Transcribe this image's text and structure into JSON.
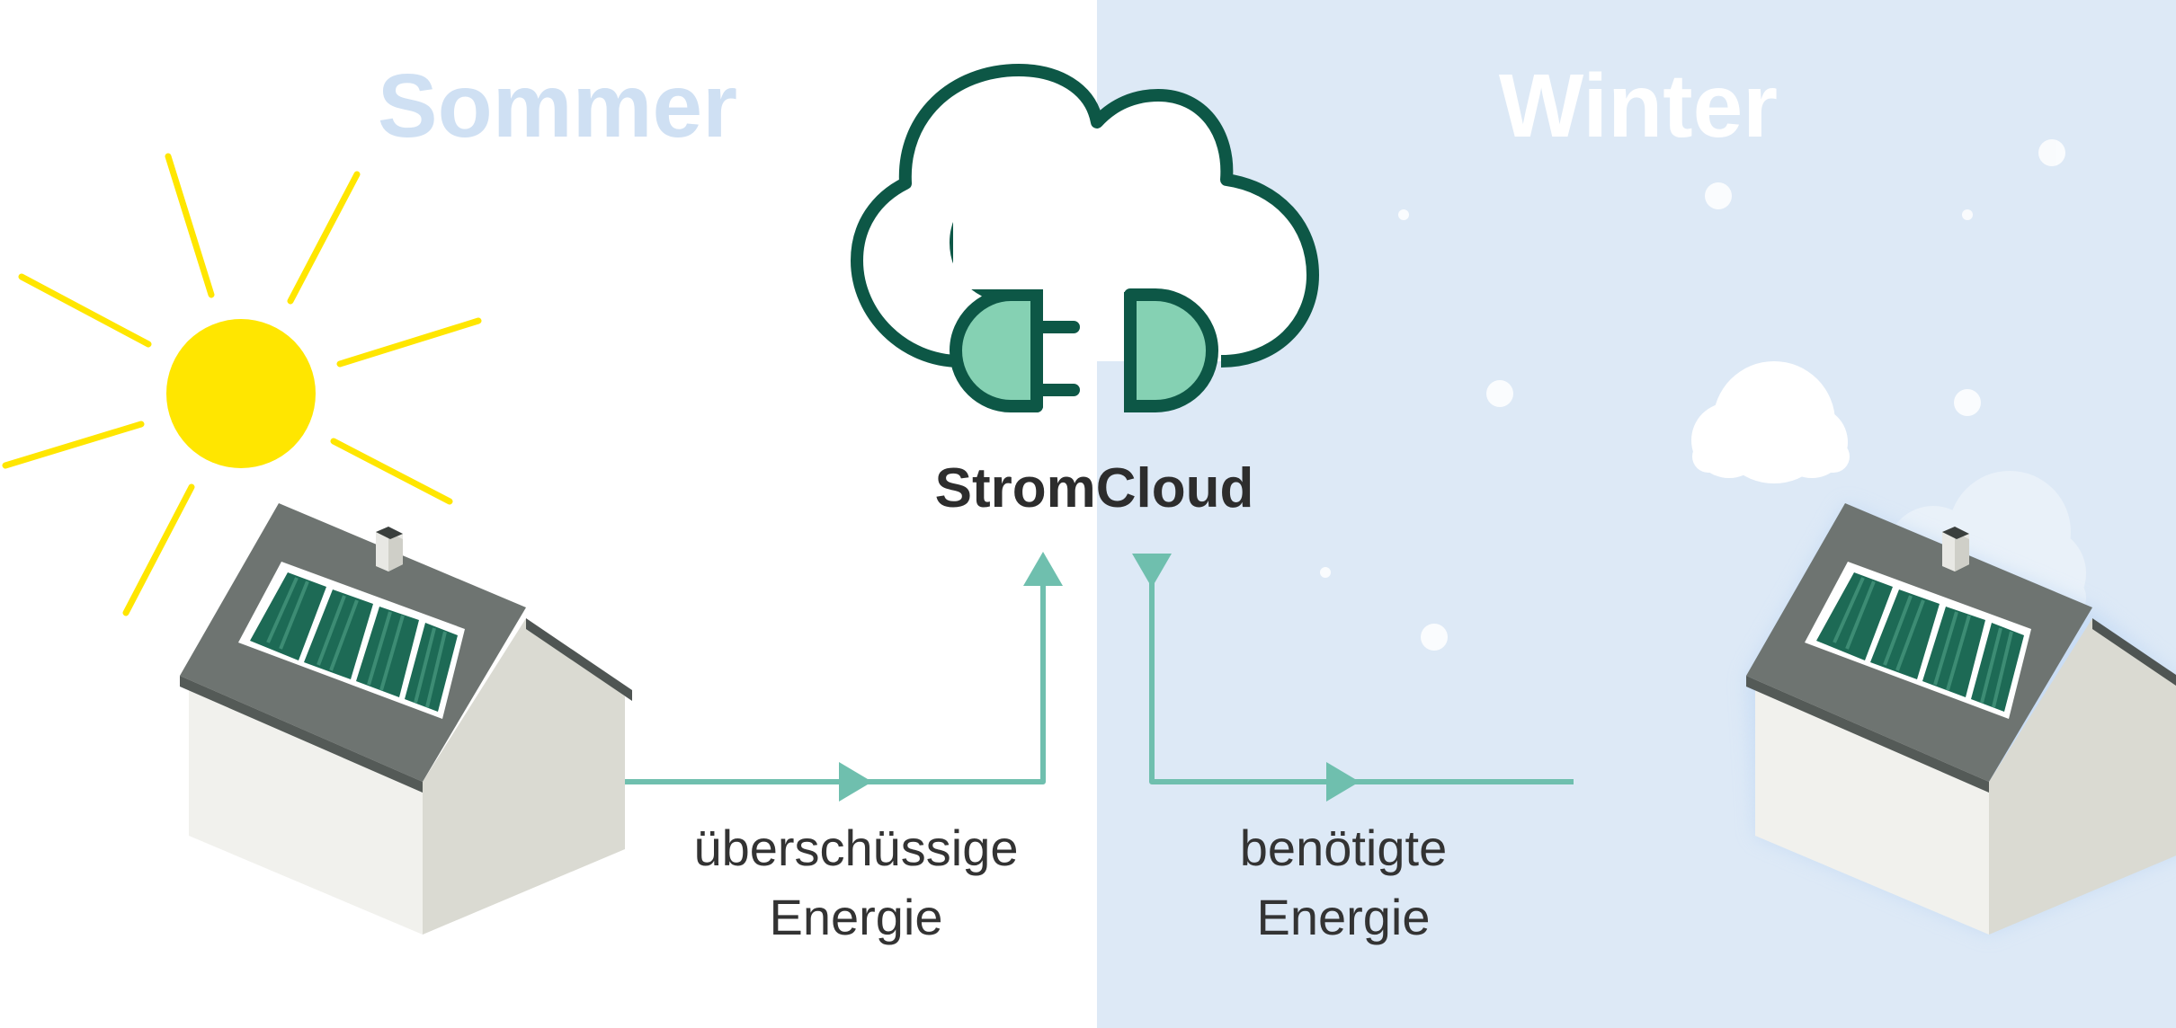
{
  "diagram": {
    "summer_label": "Sommer",
    "winter_label": "Winter",
    "cloud_label": "StromCloud",
    "left_flow_label": [
      "überschüssige",
      "Energie"
    ],
    "right_flow_label": [
      "benötigte",
      "Energie"
    ]
  },
  "icons": {
    "sun": "sun-icon",
    "cloud_plug": "cloud-plug-icon",
    "house_left": "house-with-solar-panels-icon",
    "house_right": "house-with-solar-panels-icon",
    "winter_clouds": "cloud-icon"
  },
  "colors": {
    "summer_title": "#cfe0f3",
    "winter_background": "#dde9f6",
    "winter_title": "#ffffff",
    "sun": "#ffe600",
    "cloud_outline": "#0d5746",
    "plug_fill": "#85d1b3",
    "arrow": "#6fbfae",
    "text": "#333333"
  }
}
